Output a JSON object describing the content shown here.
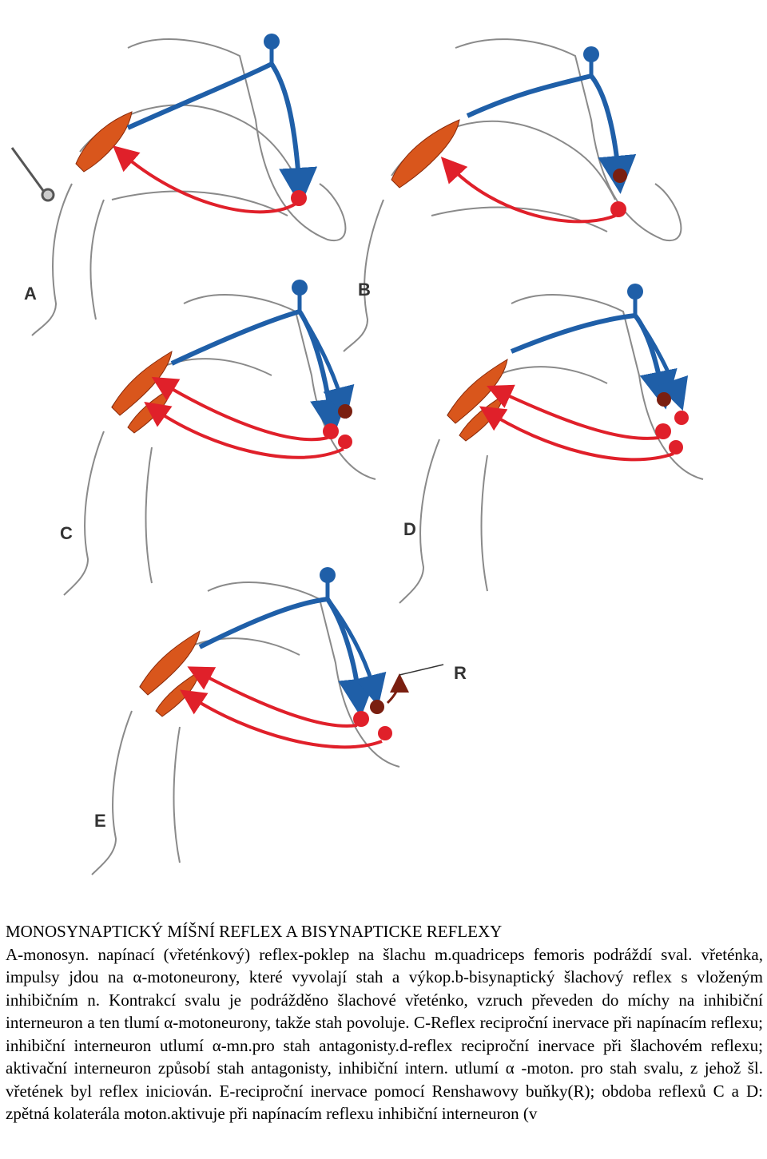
{
  "figure": {
    "panel_labels": [
      "A",
      "B",
      "C",
      "D",
      "E"
    ],
    "renshaw_label": "R"
  },
  "caption": {
    "title": "MONOSYNAPTICKÝ MÍŠNÍ REFLEX A BISYNAPTICKE REFLEXY",
    "body": "A-monosyn. napínací (vřeténkový) reflex-poklep na šlachu m.quadriceps femoris podráždí sval. vřeténka, impulsy jdou na α-motoneurony, které vyvolají stah a výkop.b-bisynaptický šlachový reflex s vloženým inhibičním n. Kontrakcí svalu je podrážděno šlachové vřeténko, vzruch převeden do míchy na inhibiční interneuron a ten tlumí α-motoneurony, takže stah povoluje. C-Reflex reciproční inervace při napínacím reflexu; inhibiční interneuron utlumí α-mn.pro stah antagonisty.d-reflex reciproční inervace při šlachovém reflexu; aktivační interneuron způsobí stah antagonisty, inhibiční intern. utlumí α -moton. pro stah svalu, z jehož šl. vřetének byl reflex iniciován. E-reciproční inervace pomocí Renshawovy buňky(R); obdoba reflexů C a D: zpětná kolaterála moton.aktivuje při napínacím reflexu inhibiční interneuron (v"
  },
  "colors": {
    "afferent": "#1f5fa8",
    "efferent": "#e0202a",
    "interneuron": "#7a1f10",
    "muscle": "#d9561c",
    "outline": "#8a8a8a"
  }
}
